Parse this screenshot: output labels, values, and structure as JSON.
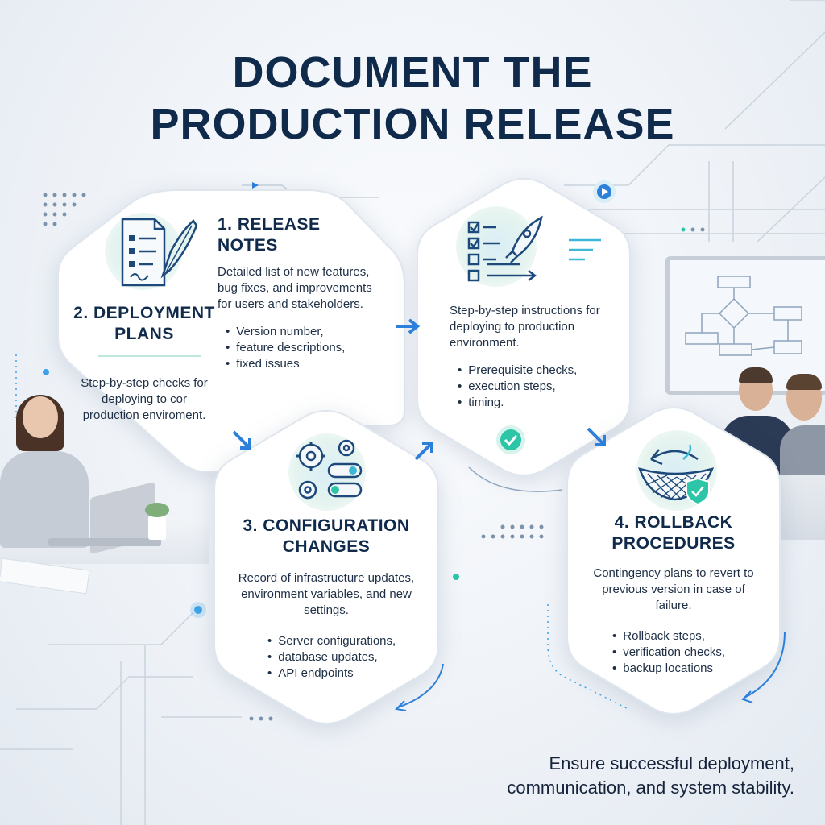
{
  "title": {
    "line1": "DOCUMENT THE",
    "line2": "PRODUCTION RELEASE"
  },
  "cards": {
    "release_notes": {
      "heading_line1": "1. RELEASE",
      "heading_line2": "NOTES",
      "description": "Detailed list of new features, bug fixes, and improvements for users and stakeholders.",
      "bullets": [
        "Version number,",
        "feature descriptions,",
        "fixed issues"
      ],
      "icon": "document-quill-icon"
    },
    "deployment_plans": {
      "heading_line1": "2. DEPLOYMENT",
      "heading_line2": "PLANS",
      "description": "Step-by-step checks for deploying to cor production enviroment."
    },
    "deployment_instructions": {
      "description": "Step-by-step instructions for deploying to production environment.",
      "bullets": [
        "Prerequisite checks,",
        "execution steps,",
        "timing."
      ],
      "icon": "checklist-rocket-icon",
      "badge_icon": "check-badge-icon"
    },
    "configuration_changes": {
      "heading_line1": "3. CONFIGURATION",
      "heading_line2": "CHANGES",
      "description": "Record of infrastructure updates, environment variables, and new settings.",
      "bullets": [
        "Server configurations,",
        "database updates,",
        "API endpoints"
      ],
      "icon": "gears-toggles-icon"
    },
    "rollback_procedures": {
      "heading_line1": "4. ROLLBACK",
      "heading_line2": "PROCEDURES",
      "description": "Contingency plans to revert to previous version in case of failure.",
      "bullets": [
        "Rollback steps,",
        "verification checks,",
        "backup locations"
      ],
      "icon": "safety-net-shield-icon"
    }
  },
  "footer": {
    "line1": "Ensure successful deployment,",
    "line2": "communication, and system stability."
  },
  "colors": {
    "title": "#0f2a4a",
    "accent_blue": "#2d7fdc",
    "accent_teal": "#28c7a8",
    "card_fill": "#ffffff"
  }
}
